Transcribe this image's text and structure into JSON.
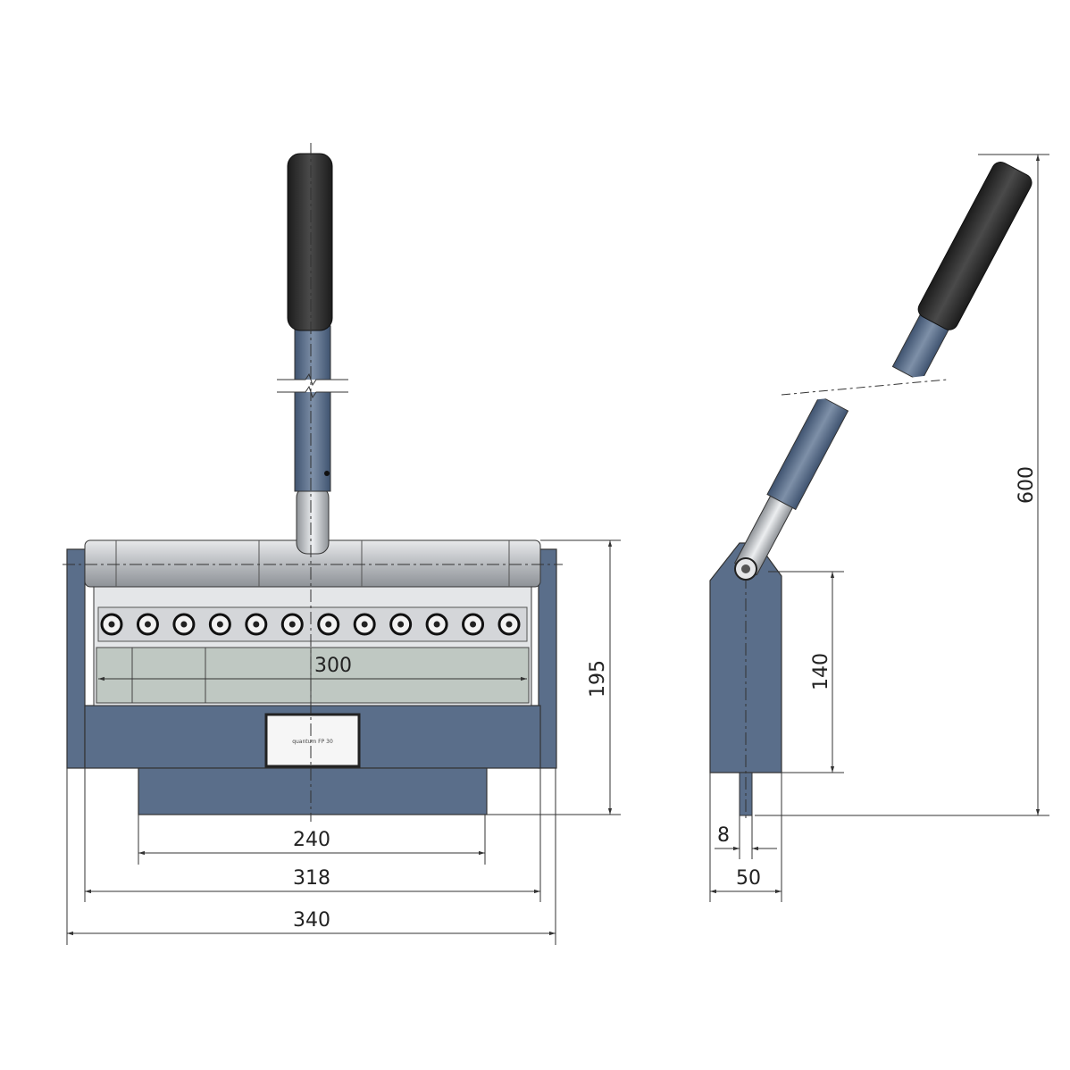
{
  "drawing": {
    "front_view": {
      "dimensions": {
        "working_length": "300",
        "base_width": "240",
        "frame_inner": "318",
        "overall_width": "340",
        "height": "195"
      },
      "bolt_count": 12,
      "nameplate_text": "quantum FP 30"
    },
    "side_view": {
      "dimensions": {
        "overall_height": "600",
        "body_height": "140",
        "pin_width": "8",
        "depth": "50"
      }
    },
    "colors": {
      "body": "#5a6e8a",
      "steel": "#c9ccd0",
      "grip": "#2a2a2a"
    }
  }
}
